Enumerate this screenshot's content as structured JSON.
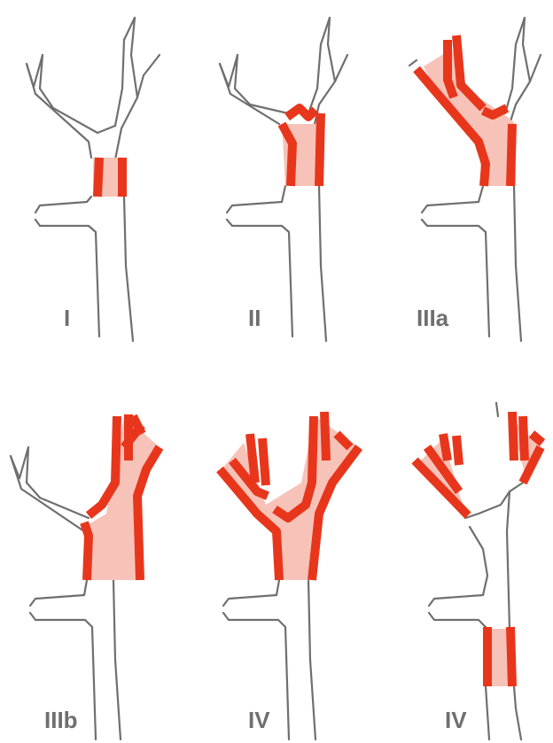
{
  "figure": {
    "panels": [
      {
        "label": "I",
        "involvement": "confluence"
      },
      {
        "label": "II",
        "involvement": "confluence to bifurcation"
      },
      {
        "label": "IIIa",
        "involvement": "confluence and left hepatic duct"
      },
      {
        "label": "IIIb",
        "involvement": "confluence and right hepatic duct"
      },
      {
        "label": "IV",
        "involvement": "confluence and both hepatic ducts"
      },
      {
        "label": "IV",
        "involvement": "multifocal"
      }
    ]
  },
  "colors": {
    "duct_outline": "#6f6f6f",
    "stricture_wall": "#e8361c",
    "stricture_fill": "#f7c3b8",
    "background": "#ffffff"
  }
}
